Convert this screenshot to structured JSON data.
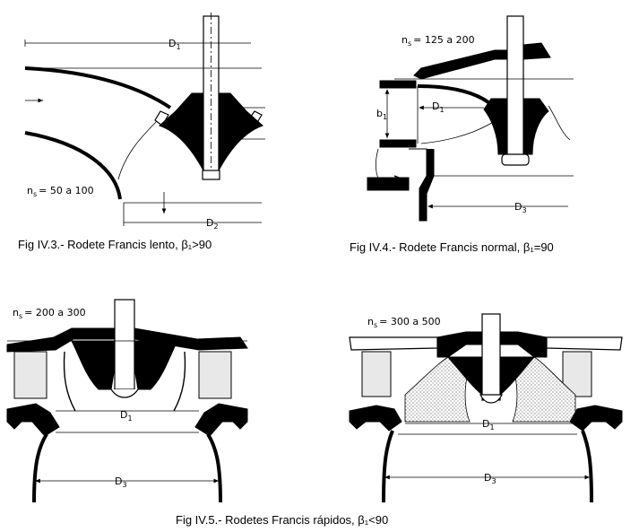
{
  "figures": {
    "fig3": {
      "caption": "Fig IV.3.- Rodete Francis lento, β₁>90",
      "ns_label": "n",
      "ns_sub": "s",
      "ns_value": "= 50 a 100",
      "d1_label": "D",
      "d1_sub": "1",
      "d2_label": "D",
      "d2_sub": "2"
    },
    "fig4": {
      "caption": "Fig IV.4.- Rodete Francis normal, β₁=90",
      "ns_label": "n",
      "ns_sub": "s",
      "ns_value": "= 125 a 200",
      "b1_label": "b",
      "b1_sub": "1",
      "d1_label": "D",
      "d1_sub": "1",
      "d3_label": "D",
      "d3_sub": "3"
    },
    "fig5": {
      "caption": "Fig IV.5.- Rodetes Francis rápidos, β₁<90",
      "left": {
        "ns_label": "n",
        "ns_sub": "s",
        "ns_value": "= 200 a 300",
        "d1_label": "D",
        "d1_sub": "1",
        "d3_label": "D",
        "d3_sub": "3"
      },
      "right": {
        "ns_label": "n",
        "ns_sub": "s",
        "ns_value": "= 300 a 500",
        "d1_label": "D",
        "d1_sub": "1",
        "d3_label": "D",
        "d3_sub": "3"
      }
    }
  }
}
